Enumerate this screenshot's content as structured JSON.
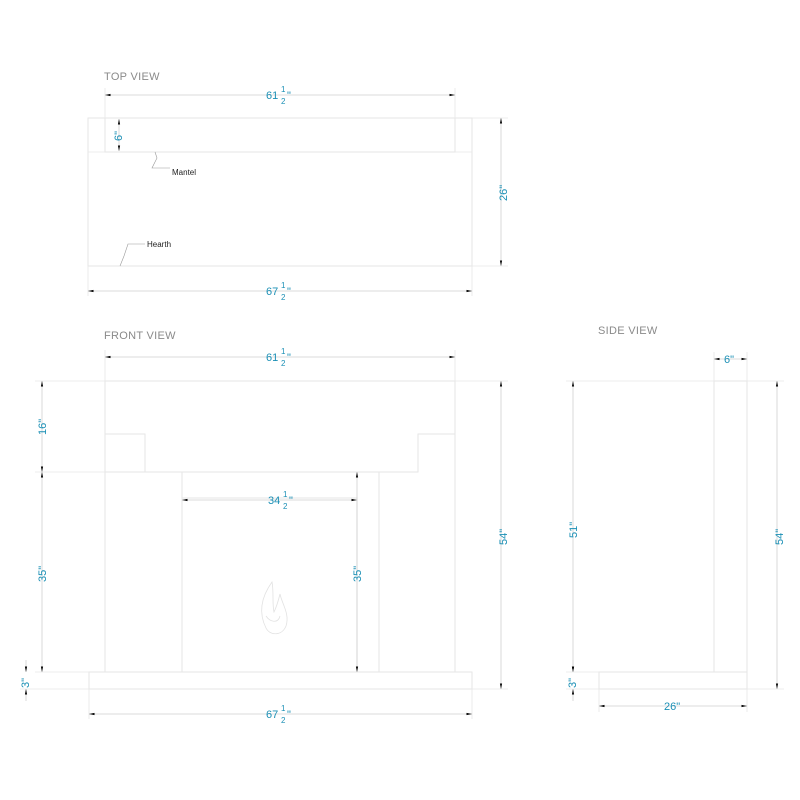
{
  "views": {
    "top": {
      "title": "TOP VIEW",
      "dims": {
        "width_top": {
          "whole": "61",
          "num": "1",
          "den": "2",
          "unit": "\""
        },
        "width_bottom": {
          "whole": "67",
          "num": "1",
          "den": "2",
          "unit": "\""
        },
        "depth_mantel": "6\"",
        "depth_total": "26\""
      },
      "labels": {
        "mantel": "Mantel",
        "hearth": "Hearth"
      }
    },
    "front": {
      "title": "FRONT  VIEW",
      "dims": {
        "width_top": {
          "whole": "61",
          "num": "1",
          "den": "2",
          "unit": "\""
        },
        "opening_width": {
          "whole": "34",
          "num": "1",
          "den": "2",
          "unit": "\""
        },
        "width_bottom": {
          "whole": "67",
          "num": "1",
          "den": "2",
          "unit": "\""
        },
        "mantel_height": "16\"",
        "leg_height": "35\"",
        "opening_height": "35\"",
        "hearth_height": "3\"",
        "total_height": "54\""
      }
    },
    "side": {
      "title": "SIDE VIEW",
      "dims": {
        "mantel_depth": "6\"",
        "body_height": "51\"",
        "total_height": "54\"",
        "hearth_height": "3\"",
        "hearth_depth": "26\""
      }
    }
  },
  "colors": {
    "dimension_text": "#1a8fb5",
    "outline": "#e6e6e6",
    "title": "#8a8a8a"
  }
}
